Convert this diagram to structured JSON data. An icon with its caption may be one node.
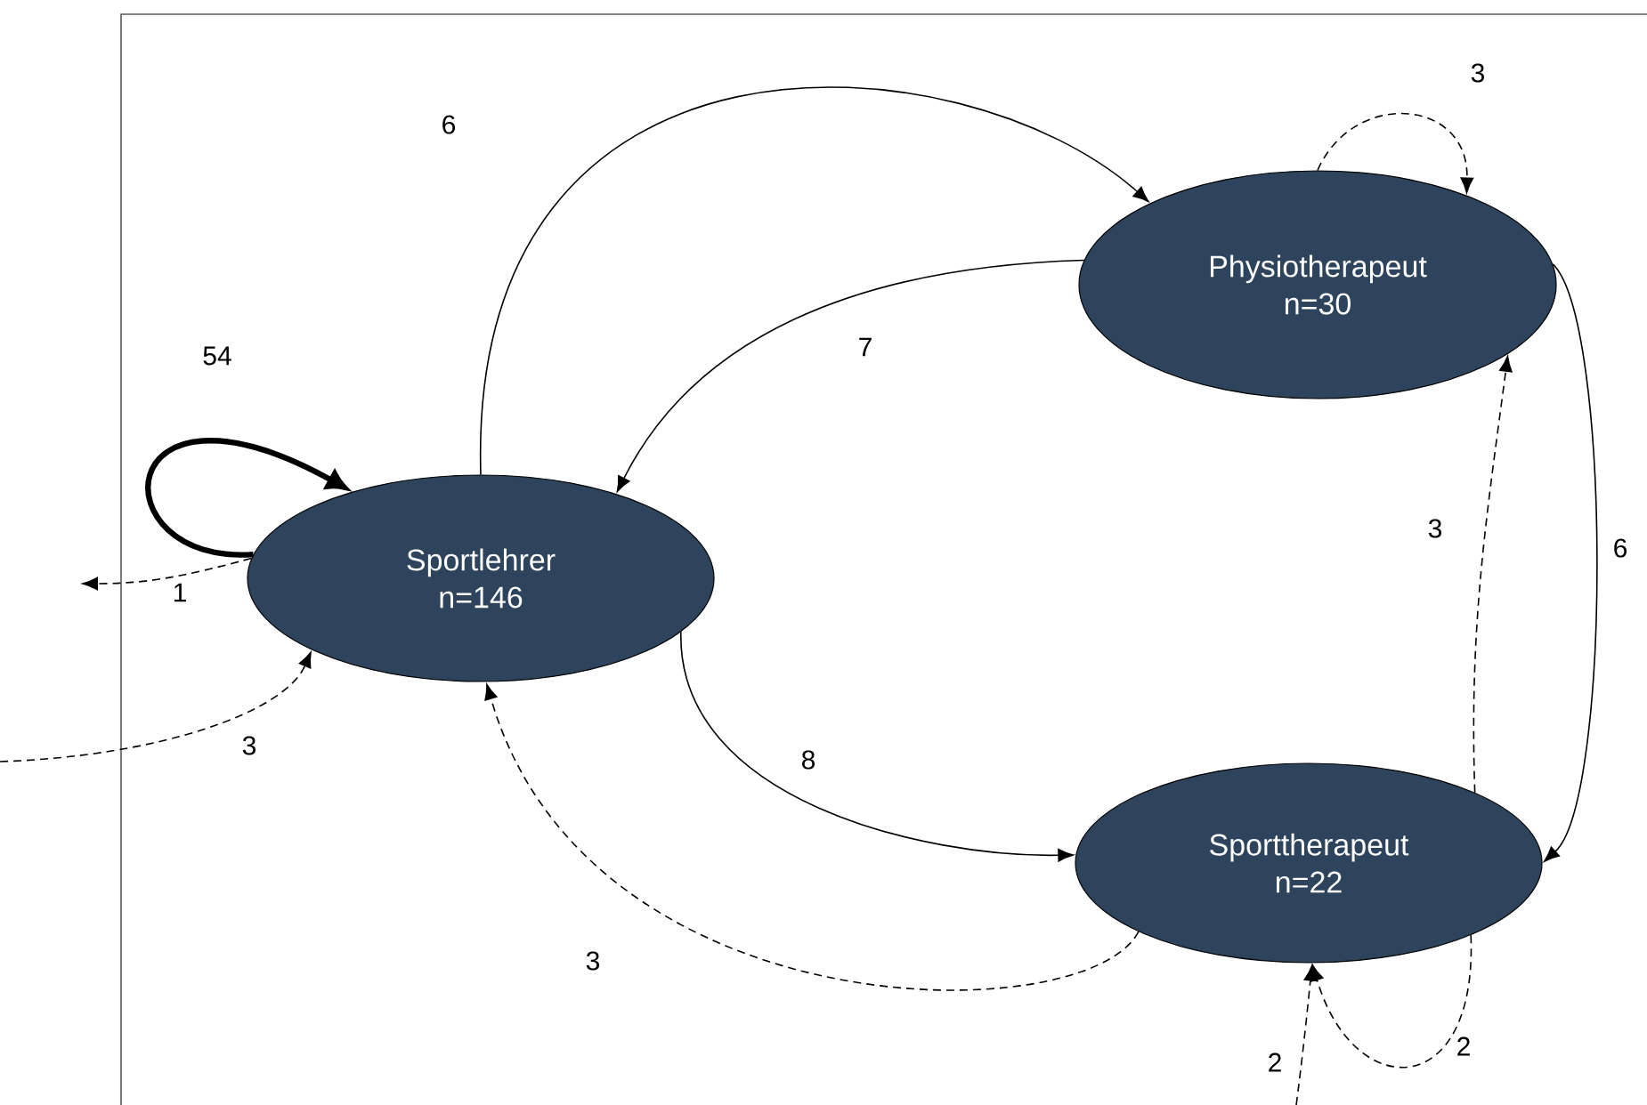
{
  "diagram": {
    "nodes": [
      {
        "text": [
          "Sportlehrer",
          "n=146"
        ]
      },
      {
        "text": [
          "Physiotherapeut",
          "n=30"
        ]
      },
      {
        "text": [
          "Sporttherapeut",
          "n=22"
        ]
      }
    ],
    "edges": [
      {
        "from": 0,
        "to": 0,
        "arrow": "to",
        "label": "54",
        "style": "thick"
      },
      {
        "from": 0,
        "to": null,
        "arrow": "to",
        "label": "1",
        "style": "dashed"
      },
      {
        "from": null,
        "to": 0,
        "arrow": "to",
        "label": "3",
        "style": "dashed"
      },
      {
        "from": 0,
        "to": 1,
        "arrow": "to",
        "label": "6"
      },
      {
        "from": 1,
        "to": 0,
        "arrow": "to",
        "label": "7"
      },
      {
        "from": 0,
        "to": 2,
        "arrow": "to",
        "label": "8"
      },
      {
        "from": 2,
        "to": 0,
        "arrow": "to",
        "label": "3",
        "style": "dashed"
      },
      {
        "from": 1,
        "to": 1,
        "arrow": "to",
        "label": "3",
        "style": "dashed"
      },
      {
        "from": 1,
        "to": 2,
        "arrow": "to",
        "label": "6"
      },
      {
        "from": 2,
        "to": 1,
        "arrow": "to",
        "label": "3",
        "style": "dashed"
      },
      {
        "from": 2,
        "to": 2,
        "arrow": "to",
        "label": "2",
        "style": "dashed"
      },
      {
        "from": null,
        "to": 2,
        "arrow": "to",
        "label": "2",
        "style": "dashed"
      }
    ]
  }
}
